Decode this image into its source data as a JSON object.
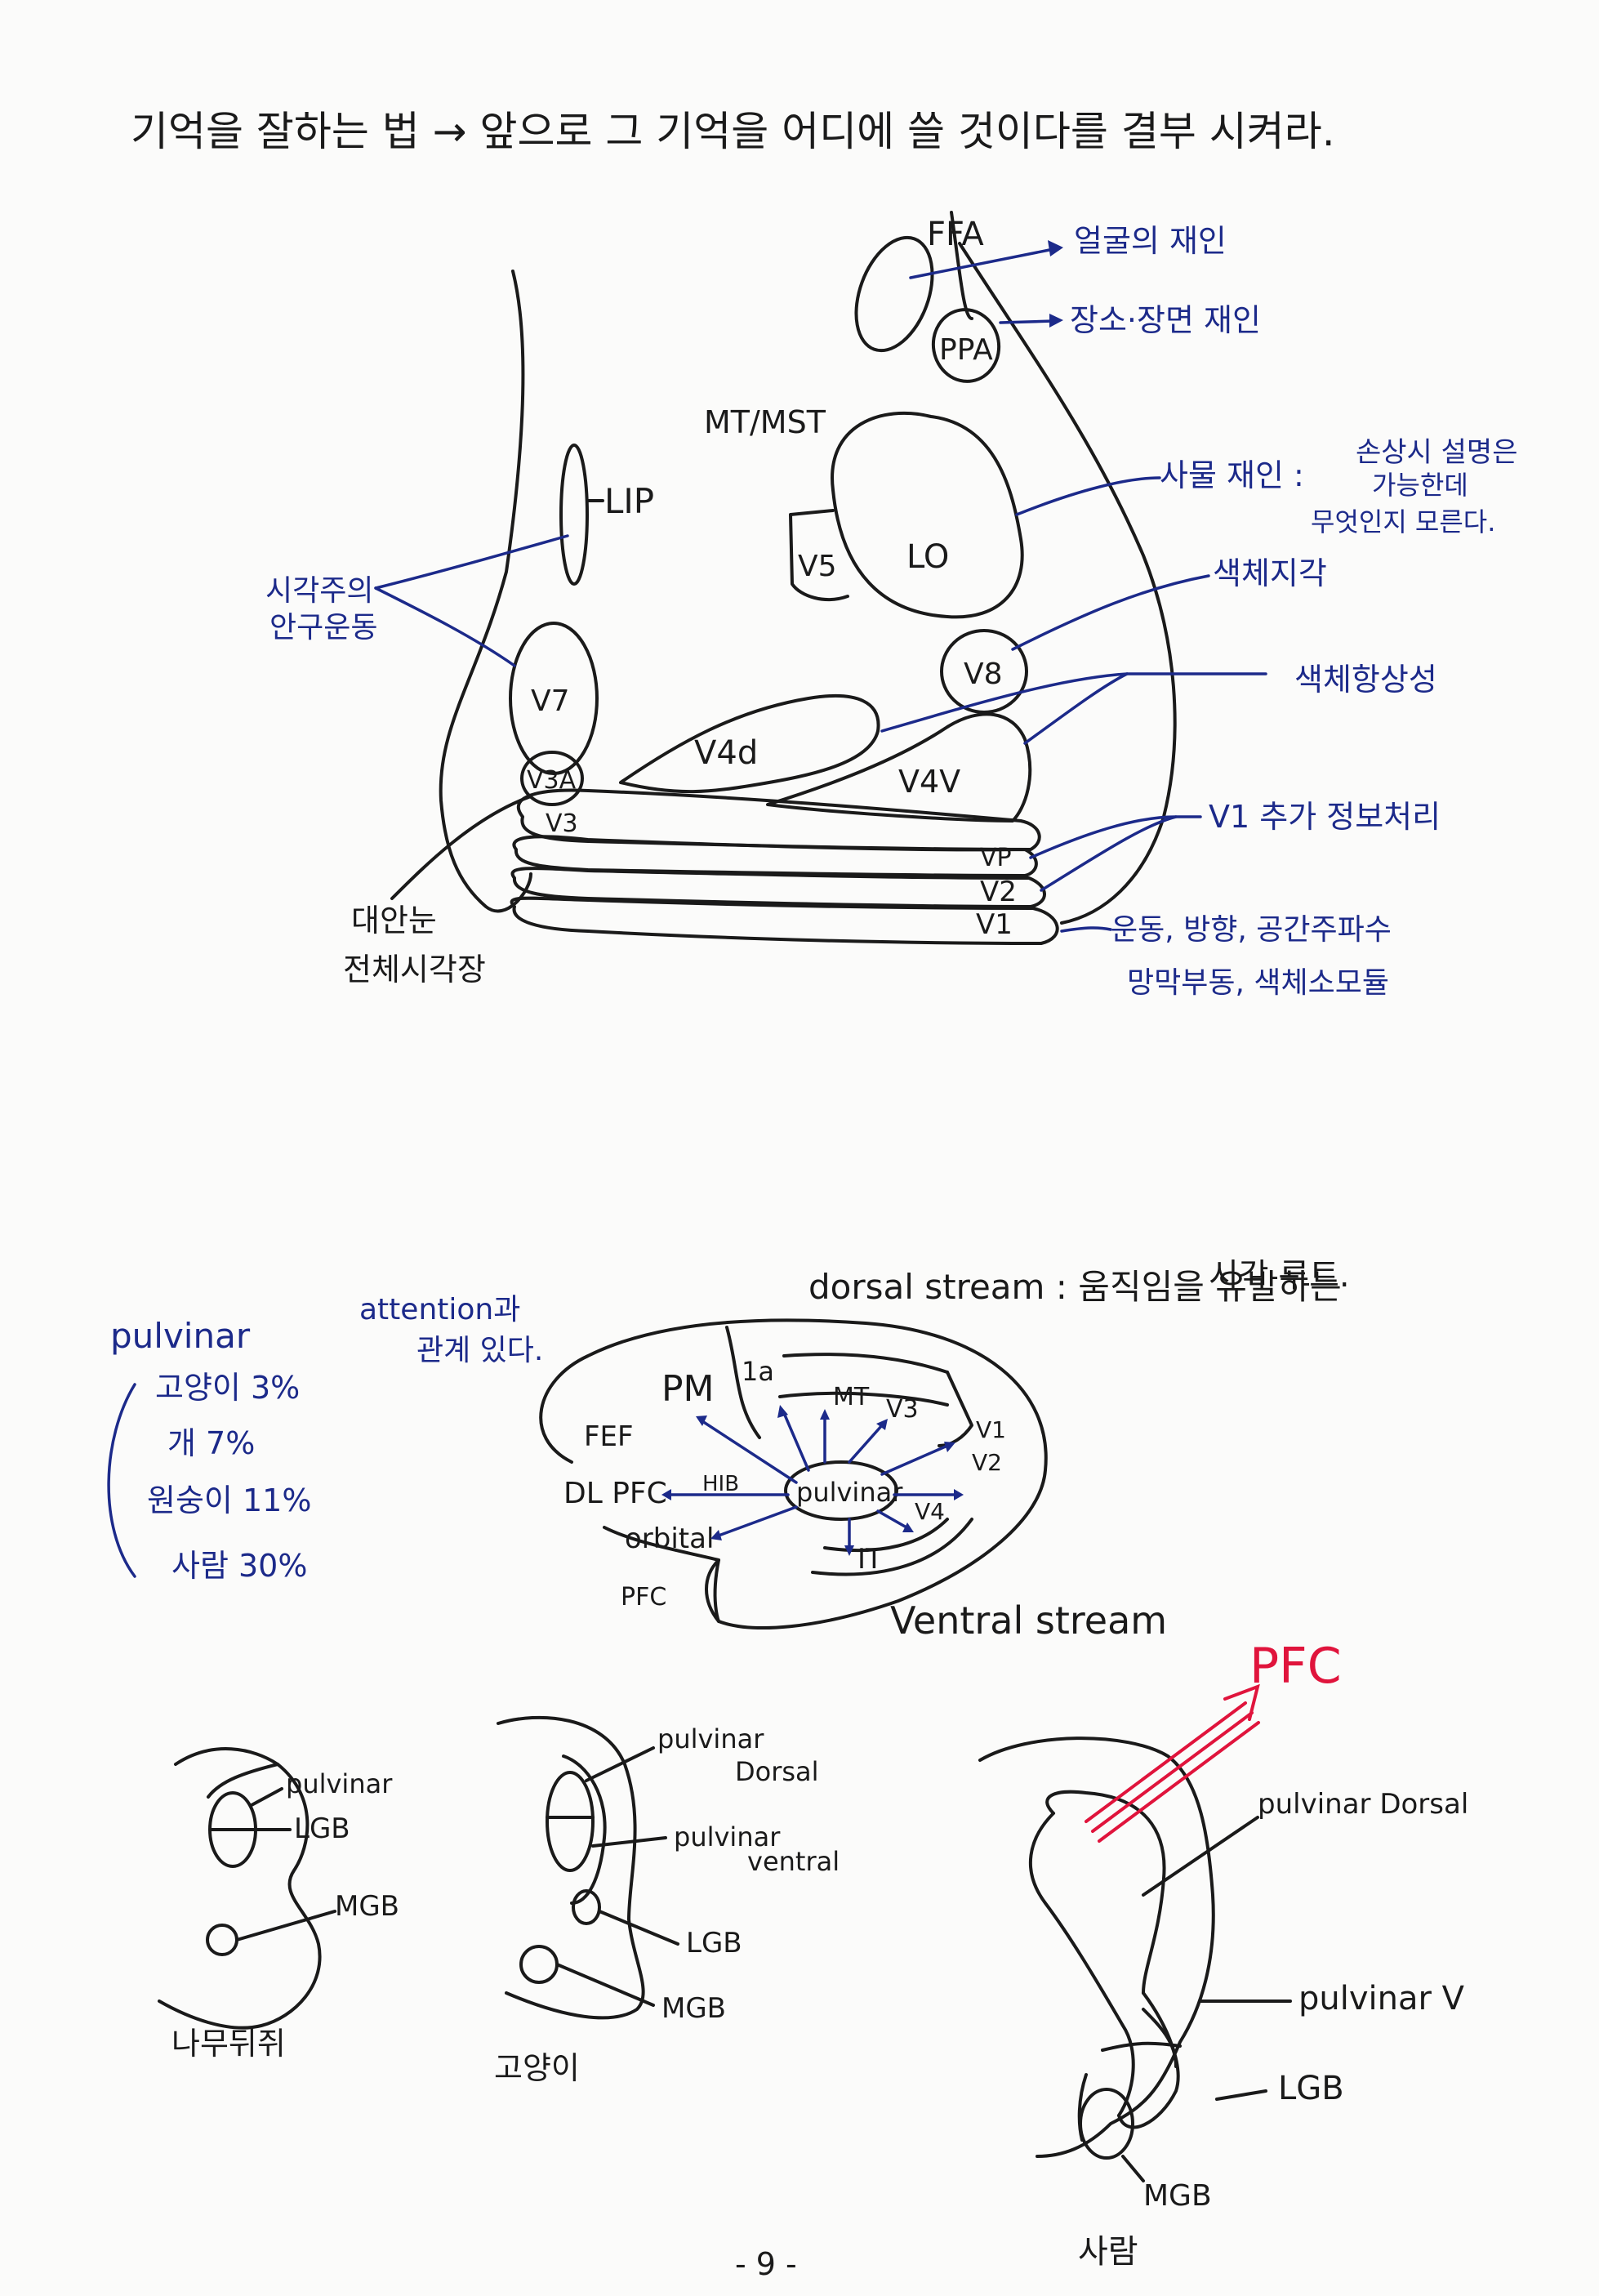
{
  "header": "기억을 잘하는 법 → 앞으로 그 기억을 어디에 쓸 것이다를 결부 시켜라.",
  "visual_areas": {
    "FFA": "FFA",
    "PPA": "PPA",
    "MT_MST": "MT/MST",
    "LIP": "LIP",
    "LO": "LO",
    "V5": "V5",
    "V7": "V7",
    "V8": "V8",
    "V3A": "V3A",
    "V3": "V3",
    "V4d": "V4d",
    "V4v": "V4V",
    "VP": "VP",
    "V2": "V2",
    "V1": "V1"
  },
  "notes": {
    "ffa": "얼굴의 재인",
    "ppa": "장소·장면 재인",
    "lo_1": "사물 재인 :",
    "lo_2": "손상시 설명은",
    "lo_3": "가능한데",
    "lo_4": "무엇인지 모른다.",
    "v8": "색체지각",
    "v4": "색체항상성",
    "vp": "V1 추가 정보처리",
    "v1_1": "운동, 방향, 공간주파수",
    "v1_2": "망막부동, 색체소모듈",
    "lip_1": "시각주의",
    "lip_2": "안구운동",
    "v3_1": "대안눈",
    "v3_2": "전체시각장"
  },
  "pulvinar_section": {
    "title": "pulvinar",
    "rows": [
      "고양이 3%",
      "개 7%",
      "원숭이 11%",
      "사람 30%"
    ],
    "attention_1": "attention과",
    "attention_2": "관계 있다.",
    "dorsal_1": "dorsal stream : 움직임을 유발하는",
    "dorsal_2": "시각 루트.",
    "ventral": "Ventral stream"
  },
  "brain_map": {
    "PM": "PM",
    "1a": "1a",
    "FEF": "FEF",
    "DLPFC": "DL PFC",
    "orbital": "orbital",
    "PFC": "PFC",
    "MT": "MT",
    "V3": "V3",
    "V1": "V1",
    "V2": "V2",
    "V4": "V4",
    "IT": "IT",
    "pulvinar": "pulvinar",
    "HIB": "HIB"
  },
  "thalamus": {
    "rat_label": "나무뒤쥐",
    "cat_label": "고양이",
    "human_label": "사람",
    "rat_pulvinar": "pulvinar",
    "rat_lgb": "LGB",
    "rat_mgb": "MGB",
    "cat_pulvinar": "pulvinar",
    "cat_dorsal": "Dorsal",
    "cat_pulvinar_v": "pulvinar",
    "cat_ventral": "ventral",
    "cat_lgb": "LGB",
    "cat_mgb": "MGB",
    "human_pfc": "PFC",
    "human_pulvinar_dorsal": "pulvinar Dorsal",
    "human_pulvinar_v": "pulvinar V",
    "human_lgb": "LGB",
    "human_mgb": "MGB"
  },
  "page_number": "- 9 -",
  "colors": {
    "black_ink": "#1a1a1a",
    "blue_ink": "#1c2a8a",
    "red_ink": "#e0143c"
  }
}
